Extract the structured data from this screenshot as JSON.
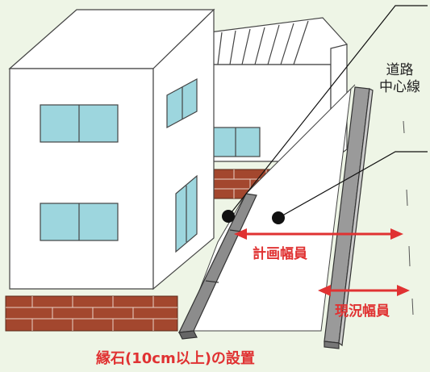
{
  "labels": {
    "center_line_1": "道路",
    "center_line_2": "中心線",
    "planned_width": "計画幅員",
    "current_width": "現況幅員",
    "curb_caption": "縁石(10cm以上)の設置"
  },
  "colors": {
    "background": "#eef5e6",
    "annotation_red": "#e03232",
    "window_blue": "#9dd6de",
    "brick": "#a3472e",
    "curb_gray": "#8c8c8c"
  }
}
